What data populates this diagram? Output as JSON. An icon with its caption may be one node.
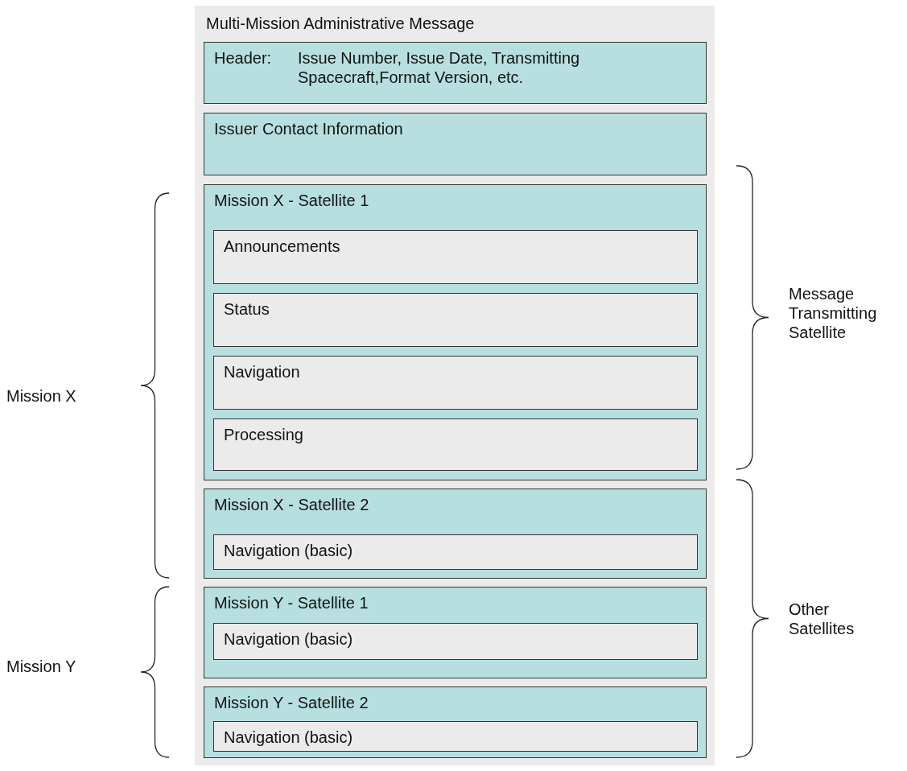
{
  "diagram": {
    "nodes": [
      {
        "text": [
          "Multi-Mission Administrative Message"
        ]
      },
      {
        "text": [
          "Header:",
          "Issue Number, Issue Date, Transmitting Spacecraft,Format Version, etc."
        ],
        "in": 0
      },
      {
        "text": [
          "Issuer Contact Information"
        ],
        "in": 0
      },
      {
        "text": [
          "Mission X - Satellite 1"
        ],
        "in": 0
      },
      {
        "text": [
          "Announcements"
        ],
        "in": 3
      },
      {
        "text": [
          "Status"
        ],
        "in": 3
      },
      {
        "text": [
          "Navigation"
        ],
        "in": 3
      },
      {
        "text": [
          "Processing"
        ],
        "in": 3
      },
      {
        "text": [
          "Mission X - Satellite 2"
        ],
        "in": 0
      },
      {
        "text": [
          "Navigation (basic)"
        ],
        "in": 8
      },
      {
        "text": [
          "Mission Y - Satellite 1"
        ],
        "in": 0
      },
      {
        "text": [
          "Navigation (basic)"
        ],
        "in": 10
      },
      {
        "text": [
          "Mission Y - Satellite 2"
        ],
        "in": 0
      },
      {
        "text": [
          "Navigation (basic)"
        ],
        "in": 12
      }
    ],
    "labels": [
      "Message Transmitting Satellite",
      "Mission X",
      "Other Satellites",
      "Mission Y"
    ]
  }
}
